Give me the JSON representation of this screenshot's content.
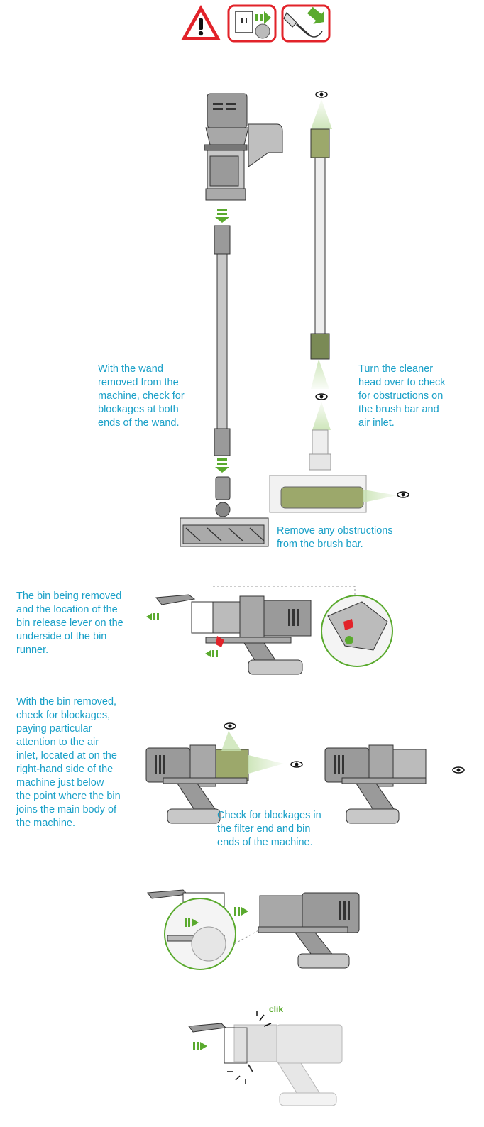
{
  "header": {
    "icons": [
      "warning-triangle-icon",
      "unplug-icon",
      "detach-charger-icon"
    ]
  },
  "colors": {
    "caption": "#1aa0c8",
    "accent_green": "#5aaa2e",
    "warning_red": "#e2232a",
    "body_grey": "#8c8c8c"
  },
  "captions": {
    "wand_check": "With the wand\nremoved from the\nmachine, check for\nblockages at both\nends of the wand.",
    "head_check": "Turn the cleaner\nhead over to check\nfor obstructions on\nthe brush bar and\nair inlet.",
    "brush_bar": "Remove any obstructions\nfrom the brush bar.",
    "bin_removed": "The bin being removed\nand the location of the\nbin release lever on the\nunderside of the bin\nrunner.",
    "bin_blockages": "With the bin removed,\ncheck for blockages,\npaying particular\nattention to the air\ninlet, located at on the\nright-hand side of the\nmachine just below\nthe point where the bin\njoins the main body of\nthe machine.",
    "filter_end": "Check for blockages in\nthe filter end and bin\nends of the machine."
  },
  "sound": {
    "clik": "clik"
  }
}
